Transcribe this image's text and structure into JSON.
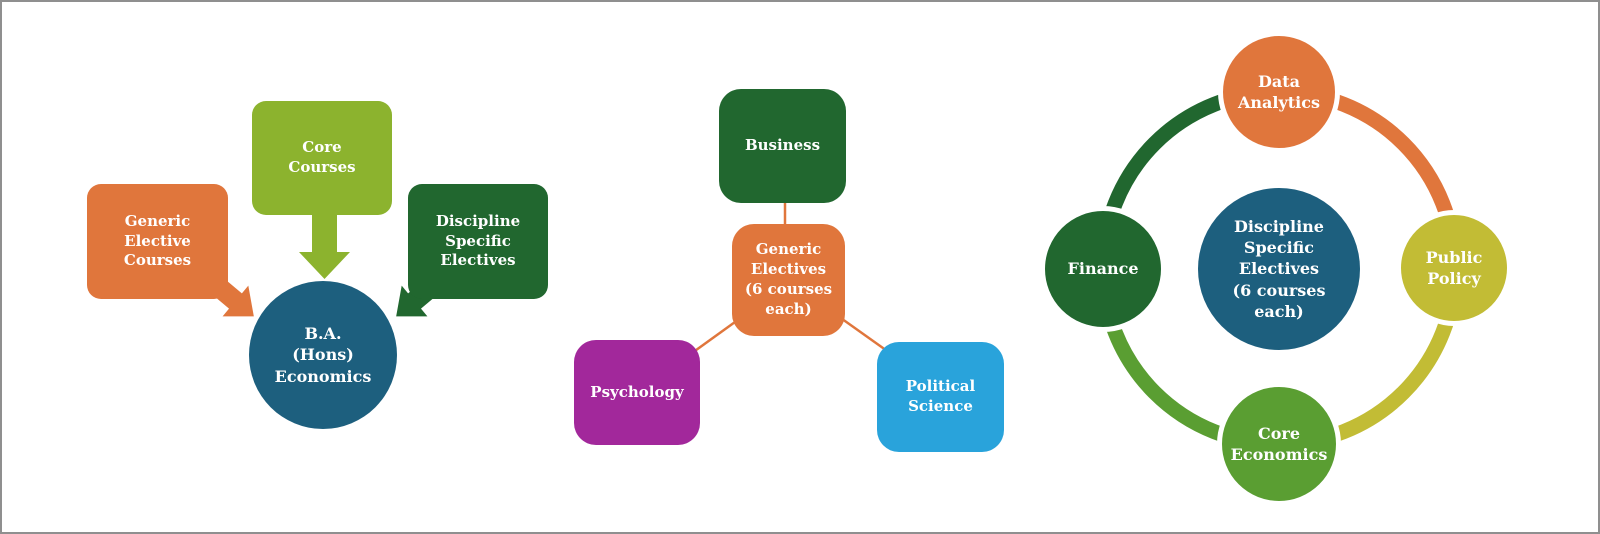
{
  "colors": {
    "lime_green": "#8CB32E",
    "orange": "#E0763C",
    "dark_green": "#21672F",
    "teal_blue": "#1D5F7E",
    "magenta": "#A2289B",
    "light_blue": "#29A3DB",
    "yellow_green": "#C2BC35",
    "medium_green": "#5A9E32",
    "text_white": "#FFFFFF",
    "canvas_border_gray": "#8F8F8F"
  },
  "flow_diagram": {
    "left_box_label": "Generic\nElective\nCourses",
    "top_box_label": "Core\nCourses",
    "right_box_label": "Discipline\nSpecific\nElectives",
    "center_circle_label": "B.A.\n(Hons)\nEconomics"
  },
  "tree_diagram": {
    "root_label": "Business",
    "hub_label": "Generic\nElectives\n(6 courses\neach)",
    "left_leaf_label": "Psychology",
    "right_leaf_label": "Political\nScience"
  },
  "cycle_diagram": {
    "center_label": "Discipline\nSpecific\nElectives\n(6 courses\neach)",
    "top_label": "Data\nAnalytics",
    "left_label": "Finance",
    "right_label": "Public\nPolicy",
    "bottom_label": "Core\nEconomics"
  }
}
